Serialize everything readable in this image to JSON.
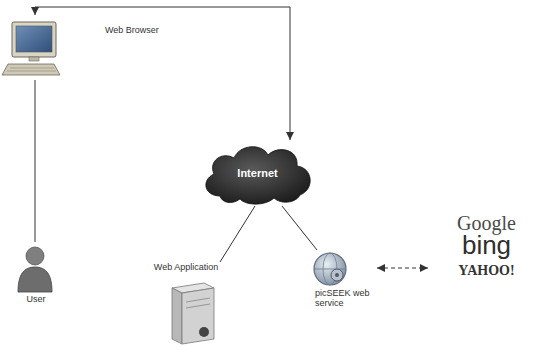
{
  "diagram": {
    "nodes": [
      {
        "text": [
          "Web Browser"
        ]
      },
      {
        "text": [
          "Internet"
        ]
      },
      {
        "text": [
          "Google",
          "bing",
          "YAHOO!"
        ]
      },
      {
        "text": [
          "picSEEK web service"
        ]
      },
      {
        "text": [
          "Web Application"
        ]
      },
      {
        "text": [
          "User"
        ]
      }
    ],
    "edges": [
      {
        "from": 0,
        "to": 1,
        "arrow": "both"
      },
      {
        "from": 0,
        "to": 5,
        "arrow": "none"
      },
      {
        "from": 1,
        "to": 4,
        "arrow": "none"
      },
      {
        "from": 1,
        "to": 3,
        "arrow": "none"
      },
      {
        "from": 3,
        "to": 2,
        "arrow": "both"
      }
    ]
  }
}
